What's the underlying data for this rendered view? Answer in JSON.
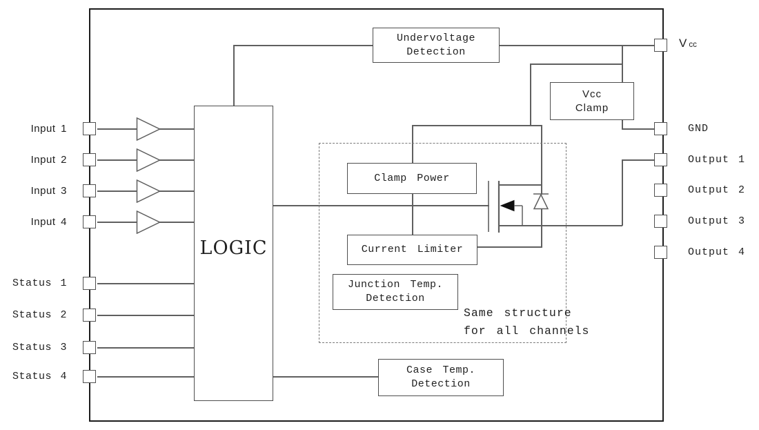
{
  "pins": {
    "left": [
      {
        "id": "input-1",
        "label": "Input 1"
      },
      {
        "id": "input-2",
        "label": "Input 2"
      },
      {
        "id": "input-3",
        "label": "Input 3"
      },
      {
        "id": "input-4",
        "label": "Input 4"
      },
      {
        "id": "status-1",
        "label": "Status 1"
      },
      {
        "id": "status-2",
        "label": "Status 2"
      },
      {
        "id": "status-3",
        "label": "Status 3"
      },
      {
        "id": "status-4",
        "label": "Status 4"
      }
    ],
    "right": [
      {
        "id": "vcc",
        "label_main": "V",
        "label_sub": "cc"
      },
      {
        "id": "gnd",
        "label": "GND"
      },
      {
        "id": "output-1",
        "label": "Output 1"
      },
      {
        "id": "output-2",
        "label": "Output 2"
      },
      {
        "id": "output-3",
        "label": "Output 3"
      },
      {
        "id": "output-4",
        "label": "Output 4"
      }
    ]
  },
  "blocks": {
    "undervoltage_detection": {
      "line1": "Undervoltage",
      "line2": "Detection"
    },
    "vcc_clamp": {
      "line1": "Vcc",
      "line2": "Clamp"
    },
    "logic": {
      "label": "LOGIC"
    },
    "clamp_power": {
      "label": "Clamp Power"
    },
    "current_limiter": {
      "label": "Current Limiter"
    },
    "junction_temp_detection": {
      "line1": "Junction Temp.",
      "line2": "Detection"
    },
    "case_temp_detection": {
      "line1": "Case Temp.",
      "line2": "Detection"
    }
  },
  "annotations": {
    "same_structure": {
      "line1": "Same structure",
      "line2": "for all channels"
    }
  },
  "colors": {
    "background": "#ffffff",
    "outer_border": "#1c1c1c",
    "wire": "#5f5f5f",
    "box_border": "#4d4d4d",
    "text": "#1f1f1f",
    "mosfet_arrow": "#111111"
  }
}
